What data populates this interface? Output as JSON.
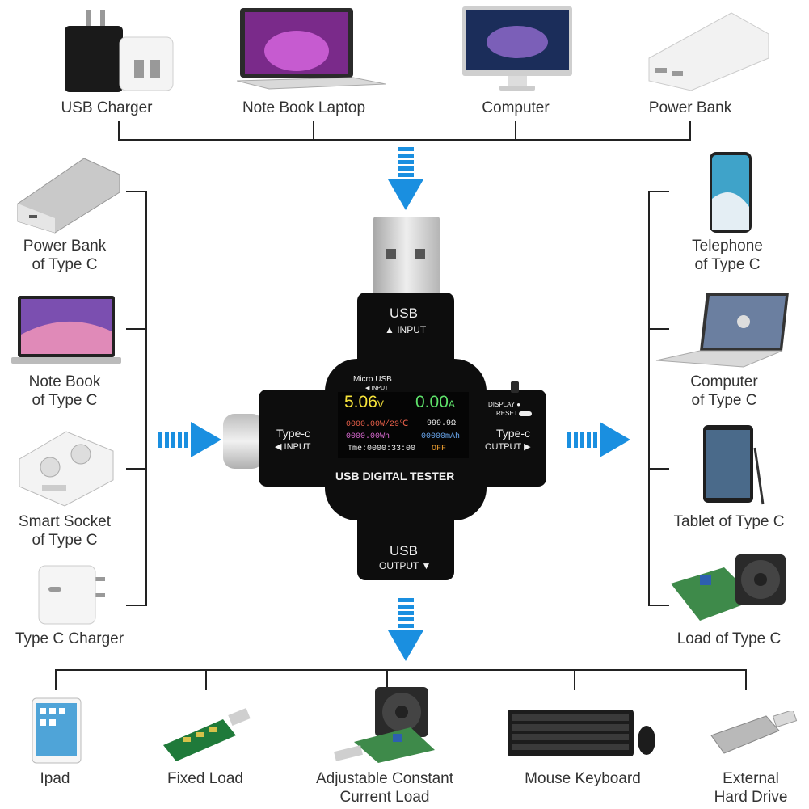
{
  "top_row": {
    "items": [
      {
        "label": "USB Charger"
      },
      {
        "label": "Note Book Laptop"
      },
      {
        "label": "Computer"
      },
      {
        "label": "Power Bank"
      }
    ]
  },
  "left_column": {
    "items": [
      {
        "line1": "Power Bank",
        "line2": "of Type C"
      },
      {
        "line1": "Note Book",
        "line2": "of Type C"
      },
      {
        "line1": "Smart Socket",
        "line2": "of Type C"
      },
      {
        "line1": "Type C Charger"
      }
    ]
  },
  "right_column": {
    "items": [
      {
        "line1": "Telephone",
        "line2": "of Type C"
      },
      {
        "line1": "Computer",
        "line2": "of Type C"
      },
      {
        "line1": "Tablet of Type C"
      },
      {
        "line1": "Load of Type C"
      }
    ]
  },
  "bottom_row": {
    "items": [
      {
        "line1": "Ipad"
      },
      {
        "line1": "Fixed Load"
      },
      {
        "line1": "Adjustable Constant",
        "line2": "Current Load"
      },
      {
        "line1": "Mouse Keyboard"
      },
      {
        "line1": "External",
        "line2": "Hard Drive"
      }
    ]
  },
  "device": {
    "top_port": {
      "title": "USB",
      "sub": "▲ INPUT"
    },
    "left_port": {
      "title": "Type-c",
      "sub": "◀ INPUT"
    },
    "right_port": {
      "title": "Type-c",
      "sub": "OUTPUT ▶"
    },
    "bottom_port": {
      "title": "USB",
      "sub": "OUTPUT ▼"
    },
    "micro_usb": {
      "title": "Micro USB",
      "sub": "◀ INPUT"
    },
    "buttons": {
      "display": "DISPLAY ●",
      "reset": "RESET"
    },
    "name": "USB DIGITAL TESTER",
    "screen": {
      "voltage": "5.06",
      "voltage_unit": "V",
      "current": "0.00",
      "current_unit": "A",
      "power_temp": "0000.00W/29℃",
      "resistance": "999.9Ω",
      "energy": "0000.00Wh",
      "capacity": "00000mAh",
      "time": "Tme:0000:33:00",
      "status": "OFF"
    }
  },
  "colors": {
    "arrow": "#1a8fe0",
    "line": "#222222",
    "device": "#0d0d0d"
  }
}
